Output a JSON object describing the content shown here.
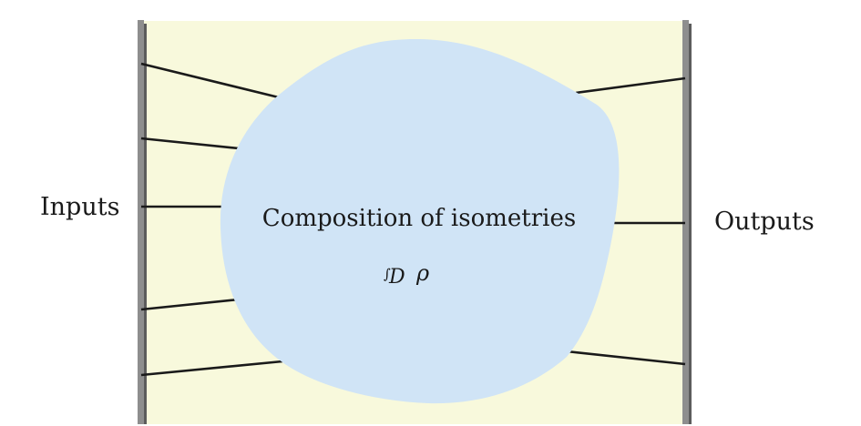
{
  "labels": {
    "inputs": "Inputs",
    "outputs": "Outputs",
    "blob_title": "Composition of isometries",
    "formula_integral": "∫",
    "formula_sub": "D",
    "formula_rho": "ρ"
  },
  "colors": {
    "background": "#f8f9dc",
    "blob": "#d0e4f6",
    "bar": "#8e8e8e",
    "bar_shadow": "#5c5c5c",
    "wire": "#1a1a1a"
  }
}
